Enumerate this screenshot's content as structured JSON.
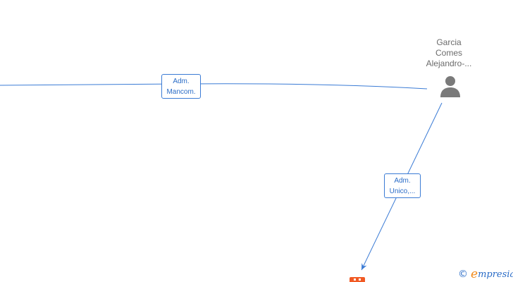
{
  "nodes": {
    "person": {
      "name_lines": [
        "Garcia",
        "Comes",
        "Alejandro-..."
      ],
      "icon": "person-icon"
    },
    "company": {
      "icon": "company-icon"
    }
  },
  "edges": [
    {
      "from": "off-canvas-left",
      "to": "person",
      "label_lines": [
        "Adm.",
        "Mancom."
      ]
    },
    {
      "from": "person",
      "to": "company",
      "label_lines": [
        "Adm.",
        "Unico,..."
      ]
    }
  ],
  "watermark": {
    "icon": "copyright-icon",
    "brand_initial": "e",
    "brand_rest": "mpresia"
  },
  "colors": {
    "edge": "#3a7bd5",
    "label_text": "#2a6cc7",
    "node_text": "#6b6b6b",
    "person_icon": "#7a7a7a",
    "company_icon": "#f15a24",
    "brand_accent": "#f28a1b"
  }
}
